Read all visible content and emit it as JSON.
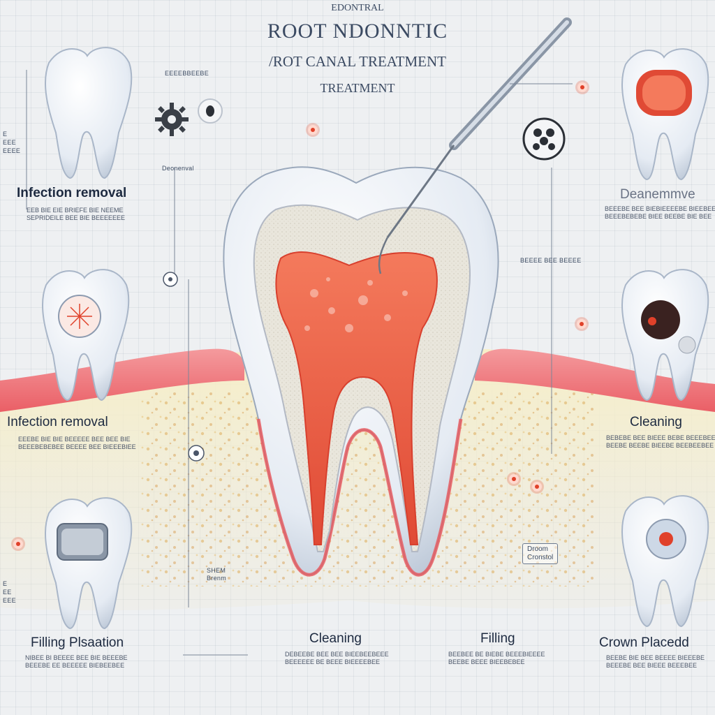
{
  "header": {
    "top": "EDONTRAL",
    "title": "ROOT NDONNTIC",
    "subtitle": "/ROT CANAL TREATMENT",
    "subtitle2": "TREATMENT"
  },
  "steps": {
    "left_top": {
      "label": "Infection removal",
      "blurb": [
        "EEB BIE EIE BRIEFE BIE NEEME",
        "SEPRIDEILE BEE BIE BEEEEEEE"
      ]
    },
    "left_mid": {
      "label": "Infection removal",
      "blurb": [
        "EEEBE BIE BIE BEEEEE BEE BEE BIE",
        "BEEEBEBEBEE BEEEE BEE BIEEEBIEE"
      ]
    },
    "left_bottom": {
      "label": "Filling Plsaation",
      "blurb": [
        "NIBEE BI BEEEE BEE BIE BEEEBE",
        "BEEEBE EE BEEEEE BIEBEEBEE"
      ]
    },
    "bottom_center_left": {
      "label": "Cleaning",
      "blurb": [
        "DEBEEBE BEE BEE BIEEBEEBEEE",
        "BEEEEEE BE BEEE BIEEEEBEE"
      ]
    },
    "bottom_center_right": {
      "label": "Filling",
      "blurb": [
        "BEEBEE BE BIEBE BEEEBIEEEE",
        "BEEBE BEEE BIEEBEBEE"
      ]
    },
    "right_top": {
      "label": "Deanemmve",
      "blurb": [
        "BEEEBE BEE BIEBIEEEEBE BIEEBEE",
        "BEEEBEBEBE BIEE BEEBE BIE BEE"
      ]
    },
    "right_mid": {
      "label": "Cleaning",
      "blurb": [
        "BEBEBE BEE BIEEE BEBE BEEEBEE",
        "BEEBE BEEBE BIEEBE BEEBEEBEE"
      ]
    },
    "right_bottom": {
      "label": "Crown Placedd",
      "blurb": [
        "BEEBE BIE BEE BEEEE BIEEEBE",
        "BEEEBE BEE BIEEE BEEEBEE"
      ]
    }
  },
  "callouts": {
    "top_left_small": "EEEEBBEEBE",
    "left_small": "Deonenval",
    "center_tag": "BEEEE BEE BEEEE",
    "root_label": [
      "SHEM",
      "Brenm"
    ],
    "crown_box": [
      "Droom",
      "Cronstol"
    ],
    "far_left_a": [
      "E",
      "EEE",
      "EEEE"
    ],
    "far_left_b": [
      "E",
      "EE",
      "EEE"
    ]
  },
  "colors": {
    "background": "#eef0f2",
    "pulp": "#f26b4f",
    "gum": "#f07a7e",
    "bone": "#f6ecc0",
    "enamel": "#e3eaf3",
    "title": "#3b4a62"
  },
  "icons": [
    "gear-icon",
    "eye-icon",
    "cell-cluster-icon",
    "probe-tool-icon"
  ]
}
